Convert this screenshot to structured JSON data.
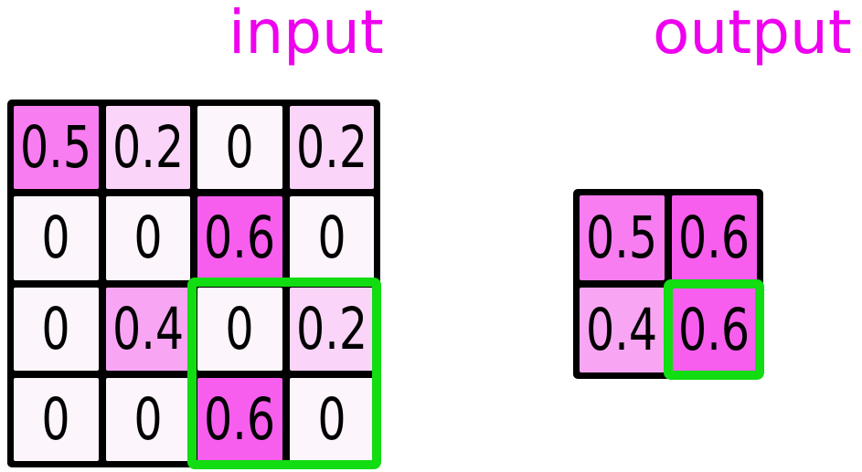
{
  "figure": {
    "input_title": "input",
    "output_title": "output"
  },
  "colors": {
    "title": "#ee00ee",
    "grid_line": "#000000",
    "highlight": "#12dc12",
    "value_colors": {
      "0": "#fcf5fc",
      "0.2": "#fad4f9",
      "0.4": "#f8a6f3",
      "0.5": "#f87df0",
      "0.6": "#f75eee"
    }
  },
  "input_grid": {
    "size": "4x4",
    "cells": [
      "0.5",
      "0.2",
      "0",
      "0.2",
      "0",
      "0",
      "0.6",
      "0",
      "0",
      "0.4",
      "0",
      "0.2",
      "0",
      "0",
      "0.6",
      "0"
    ],
    "highlight_region": "rows 3-4, columns 3-4"
  },
  "output_grid": {
    "size": "2x2",
    "cells": [
      "0.5",
      "0.6",
      "0.4",
      "0.6"
    ],
    "highlight_region": "row 2, column 2"
  }
}
